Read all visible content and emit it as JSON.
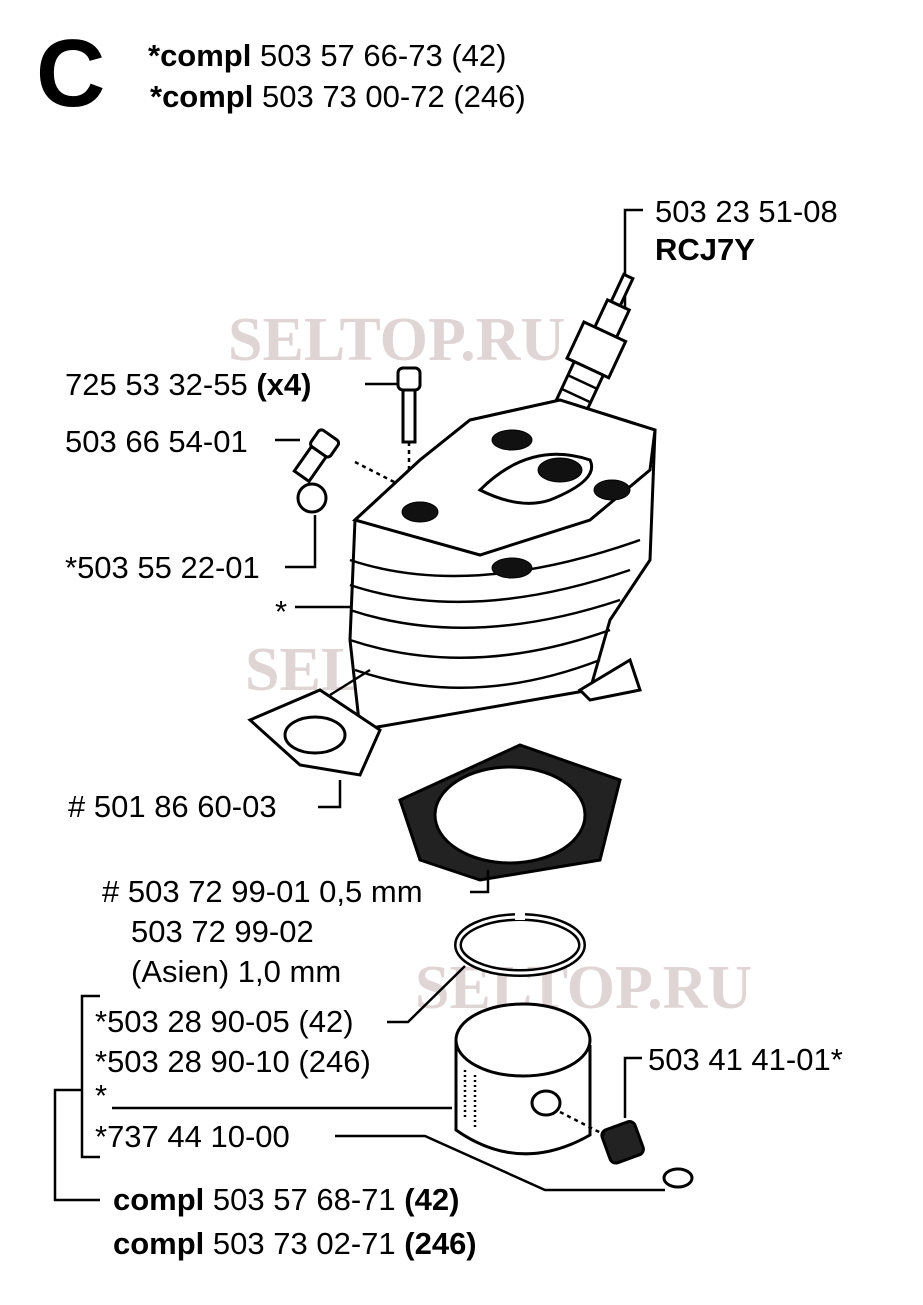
{
  "section_letter": "C",
  "header": [
    {
      "prefix": "*compl",
      "number": "503 57 66-73 (42)"
    },
    {
      "prefix": "*compl",
      "number": "503 73 00-72 (246)"
    }
  ],
  "watermark": "SELTOP.RU",
  "labels": {
    "spark_plug_number": "503 23 51-08",
    "spark_plug_type": "RCJ7Y",
    "screw_number": "725 53 32-55",
    "screw_qty": "(x4)",
    "decompression_valve": "503 66 54-01",
    "plug": "*503 55 22-01",
    "cylinder": "*",
    "muffler_gasket": "# 501 86 60-03",
    "cylinder_gasket_1": "# 503 72 99-01 0,5 mm",
    "cylinder_gasket_2": "503 72 99-02",
    "cylinder_gasket_2_note": "(Asien) 1,0 mm",
    "piston_ring_42": "*503 28 90-05 (42)",
    "piston_ring_246": "*503 28 90-10 (246)",
    "piston": "*",
    "circlip": "*737 44 10-00",
    "needle_bearing": "503 41 41-01*"
  },
  "footer": [
    {
      "prefix": "compl",
      "number": "503 57 68-71",
      "model": "(42)"
    },
    {
      "prefix": "compl",
      "number": "503 73 02-71",
      "model": "(246)"
    }
  ]
}
